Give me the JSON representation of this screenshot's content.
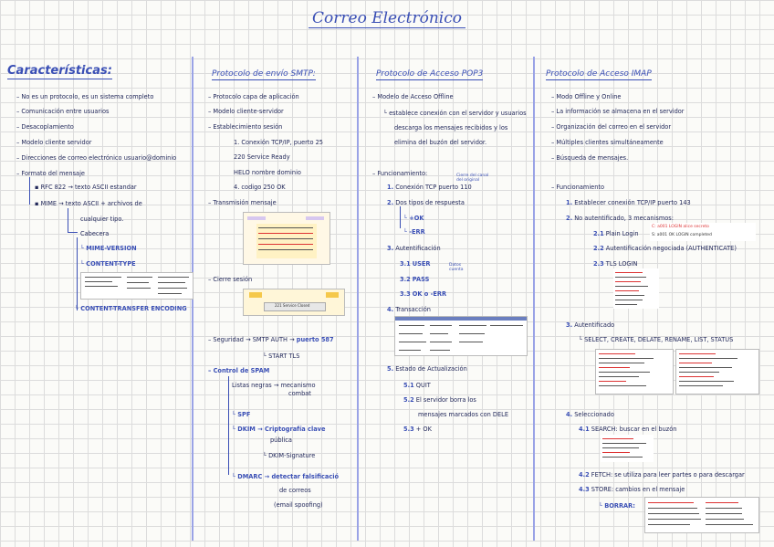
{
  "title": "Correo Electrónico",
  "col1": {
    "title": "Características:",
    "items": [
      "No es un protocolo, es un sistema completo",
      "Comunicación entre usuarios",
      "Desacoplamiento",
      "Modelo cliente servidor",
      "Direcciones de correo electrónico usuario@dominio",
      "Formato del mensaje"
    ],
    "rfc_label": "RFC 822",
    "rfc_desc": "texto ASCII estandar",
    "mime_label": "MIME",
    "mime_desc": "texto ASCII + archivos de",
    "mime_desc2": "cualquier tipo.",
    "cabecera": "Cabecera",
    "mime_version": "MIME-VERSION",
    "content_type": "CONTENT-TYPE",
    "cte": "CONTENT-TRANSFER ENCODING"
  },
  "col2": {
    "title": "Protocolo de envío SMTP:",
    "items": [
      "Protocolo capa de aplicación",
      "Modelo cliente-servidor",
      "Establecimiento sesión"
    ],
    "steps": [
      "Conexión TCP/IP, puerto 25",
      "Service Ready",
      "nombre dominio",
      "codigo 250 OK"
    ],
    "step_codes": [
      "1.",
      "220",
      "HELO",
      "4."
    ],
    "transmision": "Transmisión mensaje",
    "cierre": "Cierre sesión",
    "seguridad": "Seguridad",
    "smtp_auth": "SMTP AUTH",
    "smtp_auth_note": "puerto 587",
    "starttls": "START TLS",
    "spam": "Control de SPAM",
    "listas": "Listas negras",
    "listas_note": "mecanismo",
    "listas_note2": "combat",
    "spf": "SPF",
    "dkim": "DKIM",
    "dkim_a": "Criptografía clave",
    "dkim_b": "pública",
    "dkim_c": "DKIM-Signature",
    "dmarc": "DMARC",
    "dmarc_note": "detectar falsificació",
    "dmarc_note2": "de correos",
    "dmarc_note3": "(email spoofing)",
    "diagram_label": "221 Service Closed"
  },
  "col3": {
    "title": "Protocolo de Acceso POP3",
    "modelo": "Modelo de Acceso Offline",
    "desc1": "establece conexión con el servidor y usuarios",
    "desc2": "descarga los mensajes recibidos y los",
    "desc3": "elimina del buzón del servidor.",
    "funcionamiento": "Funcionamiento:",
    "fn_note": "Cierre del canal del original",
    "fn1": "Conexión TCP puerto 110",
    "fn2": "Dos tipos de respuesta",
    "ok": "+OK",
    "err": "-ERR",
    "auth": "Autentificación",
    "user": "USER",
    "pass": "PASS",
    "okerr": "OK o -ERR",
    "auth_side": "Datos cuenta",
    "trans": "Transacción",
    "estado": "Estado de Actualización",
    "quit": "QUIT",
    "borra": "El servidor borra los",
    "borra2": "mensajes marcados con DELE",
    "ok53": "+ OK",
    "num1": "1.",
    "num2": "2.",
    "num3": "3.",
    "num4": "4.",
    "num5": "5.",
    "n31": "3.1",
    "n32": "3.2",
    "n33": "3.3",
    "n51": "5.1",
    "n52": "5.2",
    "n53": "5.3"
  },
  "col4": {
    "title": "Protocolo de Acceso IMAP",
    "items": [
      "Modo Offline y Online",
      "La información se almacena en el servidor",
      "Organización del correo en el servidor",
      "Múltiples clientes simultáneamente",
      "Búsqueda de mensajes."
    ],
    "funcionamiento": "Funcionamiento",
    "f1": "Establecer conexión TCP/IP puerto 143",
    "f2": "No autentificado, 3 mecanismos:",
    "plain": "Plain Login",
    "plain_cmd": "C: a001 LOGIN alice secreto",
    "plain_resp": "S: a001 OK LOGIN completed",
    "negociada": "Autentificación negociada (AUTHENTICATE)",
    "tls": "TLS LOGIN",
    "autentificado": "Autentificado",
    "auth_cmds": "SELECT, CREATE, DELATE, RENAME, LIST, STATUS",
    "seleccionado": "Seleccionado",
    "search": "SEARCH: buscar en el buzón",
    "fetch": "FETCH: se utiliza para leer partes o para descargar",
    "store": "STORE: cambios en el mensaje",
    "borrar": "BORRAR:",
    "n21": "2.1",
    "n22": "2.2",
    "n23": "2.3",
    "n41": "4.1",
    "n42": "4.2",
    "n43": "4.3",
    "num1": "1.",
    "num2": "2.",
    "num3": "3.",
    "num4": "4."
  },
  "colors": {
    "accent": "#3a4fb5",
    "divider": "#9aa3e6",
    "ink": "#22285a"
  }
}
